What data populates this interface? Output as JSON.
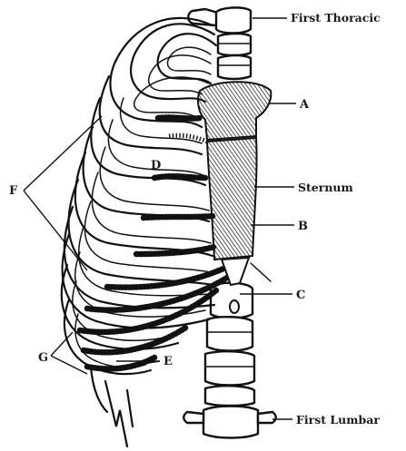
{
  "labels": {
    "first_thoracic": "First Thoracic",
    "a": "A",
    "d": "D",
    "f": "F",
    "sternum": "Sternum",
    "b": "B",
    "c": "C",
    "g": "G",
    "e": "E",
    "first_lumbar": "First Lumbar"
  },
  "colors": {
    "ink": "#111111",
    "paper": "#ffffff"
  }
}
